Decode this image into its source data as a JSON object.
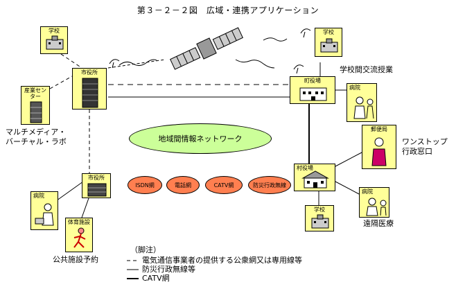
{
  "title": "第３－２－２図　広域・連携アプリケーション",
  "network": {
    "label": "地域間情報ネットワーク",
    "fill": "#ccff99",
    "subnets": [
      "ISDN網",
      "電話網",
      "CATV網",
      "防災行政無線"
    ]
  },
  "nodes": {
    "school_top_left": "学校",
    "city_hall_main": "市役所",
    "industry_center": "産業セン\nター",
    "city_hall_lower": "市役所",
    "hospital_left": "病院",
    "sports_facility": "体育施設",
    "school_top_right": "学校",
    "town_hall": "町役場",
    "hospital_right_top": "病院",
    "post_office": "郵便局",
    "village_office": "村役場",
    "hospital_right_bottom": "病院",
    "school_bottom": "学校"
  },
  "captions": {
    "multimedia_lab": "マルチメディア・\nバーチャル・ラボ",
    "school_exchange": "学校間交流授業",
    "one_stop": "ワンストップ\n行政窓口",
    "remote_medicine": "遠隔医療",
    "facility_booking": "公共施設予約"
  },
  "legend": {
    "note": "（脚注）",
    "items": [
      {
        "style": "dashed",
        "label": "電気通信事業者の提供する公衆網又は専用線等"
      },
      {
        "style": "thin",
        "label": "防災行政無線等"
      },
      {
        "style": "thick",
        "label": "CATV網"
      }
    ]
  },
  "colors": {
    "box": "#ffff99",
    "network": "#ccff99",
    "subnet": "#ff7f50"
  }
}
